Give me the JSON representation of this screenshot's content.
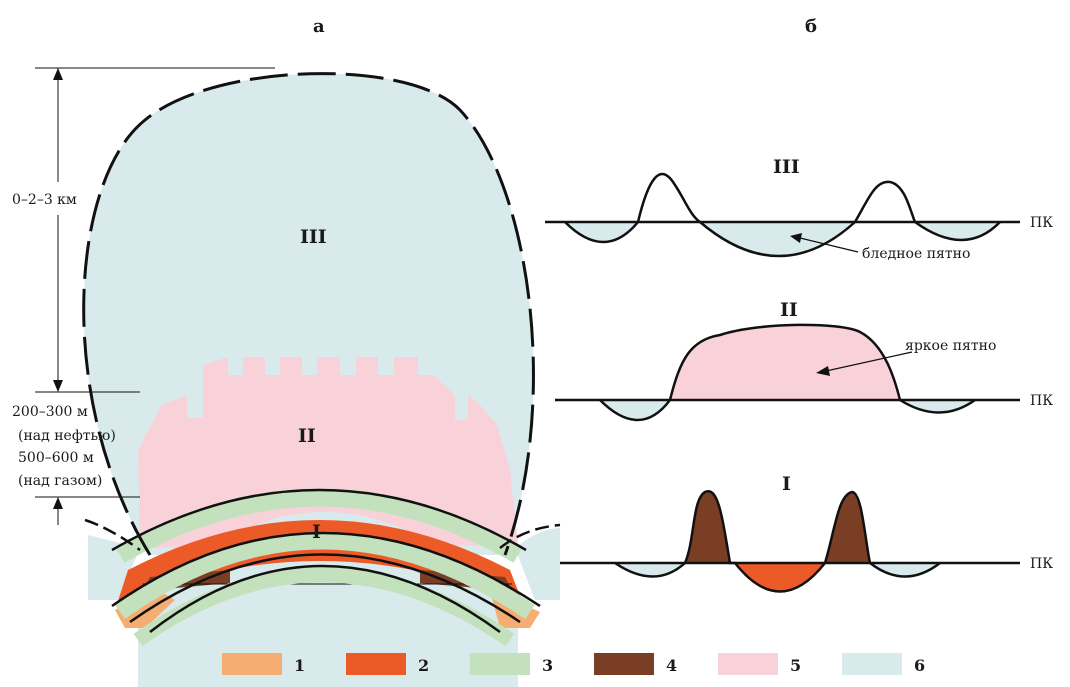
{
  "panels": {
    "a": "а",
    "b": "б"
  },
  "left": {
    "zones": {
      "III": "III",
      "II": "II",
      "I": "I"
    },
    "depth_labels": {
      "range": "0–2–3 км",
      "oil_depth": "200–300 м",
      "oil_note": "(над нефтью)",
      "gas_depth": "500–600 м",
      "gas_note": "(над газом)"
    }
  },
  "right": {
    "profiles": [
      {
        "label": "III",
        "baseline": "ПК",
        "annotation": "бледное пятно"
      },
      {
        "label": "II",
        "baseline": "ПК",
        "annotation": "яркое пятно"
      },
      {
        "label": "I",
        "baseline": "ПК"
      }
    ]
  },
  "legend": [
    {
      "num": "1",
      "color": "#f6ad72"
    },
    {
      "num": "2",
      "color": "#ec5a28"
    },
    {
      "num": "3",
      "color": "#c4e1bd"
    },
    {
      "num": "4",
      "color": "#7a3e24"
    },
    {
      "num": "5",
      "color": "#f8d2d8"
    },
    {
      "num": "6",
      "color": "#d8eaec"
    }
  ]
}
